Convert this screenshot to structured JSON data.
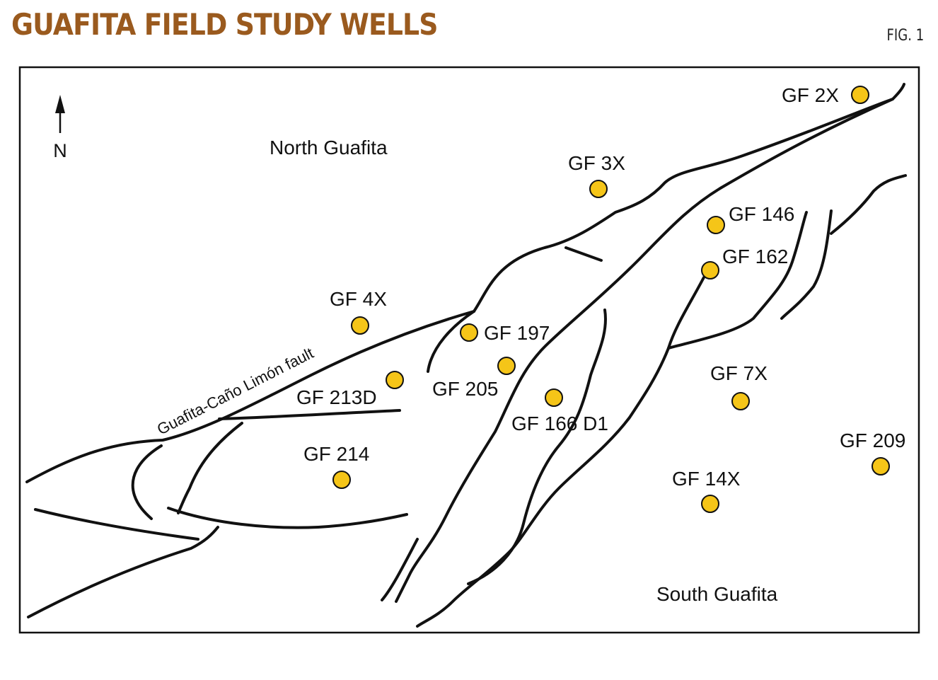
{
  "header": {
    "title": "GUAFITA FIELD STUDY WELLS",
    "figure": "FIG. 1"
  },
  "map": {
    "north_label": "N",
    "regions": {
      "north": "North Guafita",
      "south": "South Guafita"
    },
    "fault_name": "Guafita-Caño Limón fault",
    "well_color": "#f5c518",
    "wells": [
      {
        "id": "gf2x",
        "label": "GF 2X"
      },
      {
        "id": "gf3x",
        "label": "GF 3X"
      },
      {
        "id": "gf146",
        "label": "GF 146"
      },
      {
        "id": "gf162",
        "label": "GF 162"
      },
      {
        "id": "gf4x",
        "label": "GF 4X"
      },
      {
        "id": "gf197",
        "label": "GF 197"
      },
      {
        "id": "gf205",
        "label": "GF 205"
      },
      {
        "id": "gf213d",
        "label": "GF 213D"
      },
      {
        "id": "gf166d1",
        "label": "GF 166 D1"
      },
      {
        "id": "gf7x",
        "label": "GF 7X"
      },
      {
        "id": "gf214",
        "label": "GF 214"
      },
      {
        "id": "gf209",
        "label": "GF 209"
      },
      {
        "id": "gf14x",
        "label": "GF 14X"
      }
    ]
  }
}
